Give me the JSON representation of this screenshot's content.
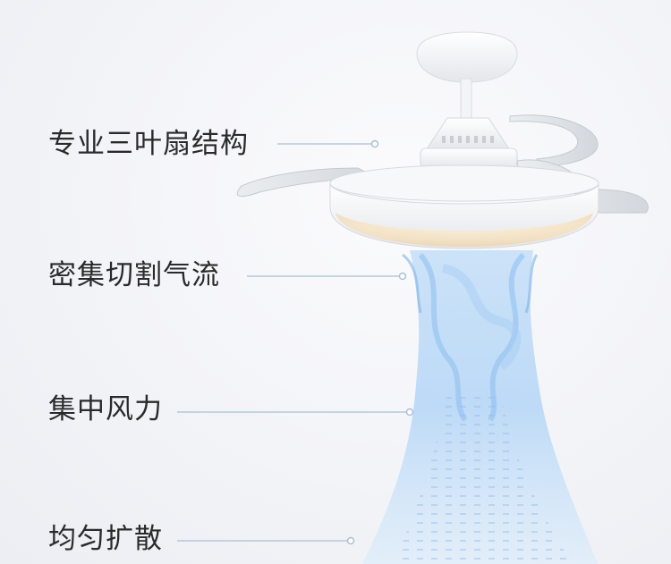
{
  "labels": [
    "专业三叶扇结构",
    "密集切割气流",
    "集中风力",
    "均匀扩散"
  ],
  "colors": {
    "background": "#f4f5f9",
    "text": "#2a2a2a",
    "leader_line": "#a9c0d4",
    "airflow": "#9fc9f2",
    "lamp_glow": "#f6e6cc"
  }
}
